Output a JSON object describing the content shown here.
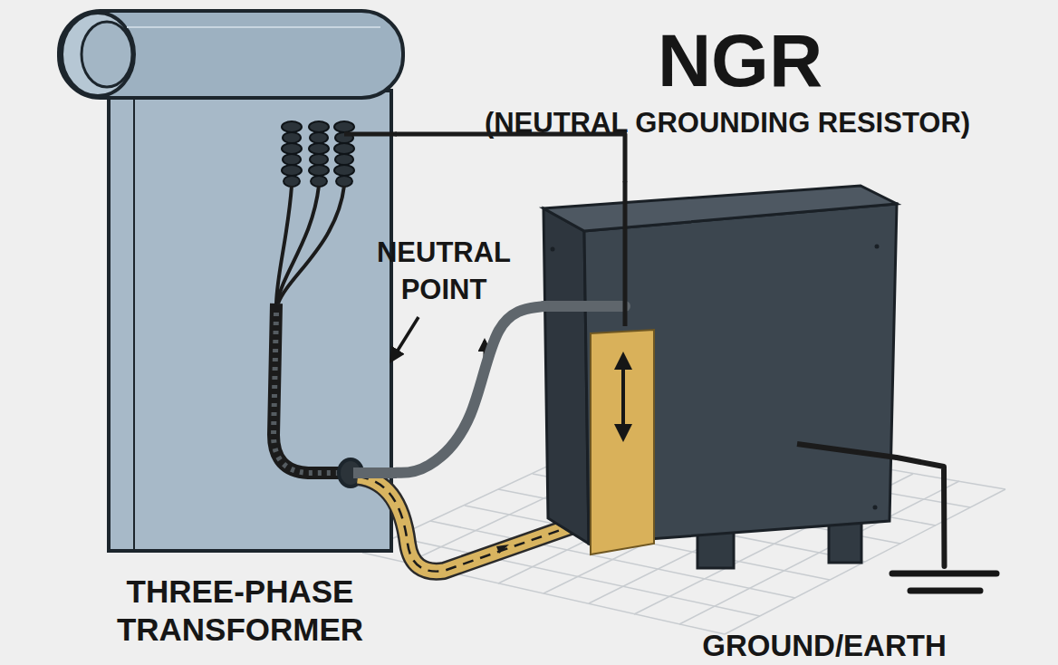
{
  "diagram": {
    "nodes": [
      {
        "text": [
          "THREE-PHASE TRANSFORMER"
        ]
      },
      {
        "text": [
          "NGR",
          "(NEUTRAL GROUNDING RESISTOR)"
        ]
      },
      {
        "text": [
          "GROUND/EARTH"
        ]
      }
    ],
    "edges": [
      {
        "from": 0,
        "to": 1,
        "arrow": "none"
      },
      {
        "from": 0,
        "to": 1,
        "arrow": "none"
      },
      {
        "from": 1,
        "to": 2,
        "arrow": "none"
      }
    ],
    "labels": [
      "NEUTRAL POINT"
    ]
  }
}
